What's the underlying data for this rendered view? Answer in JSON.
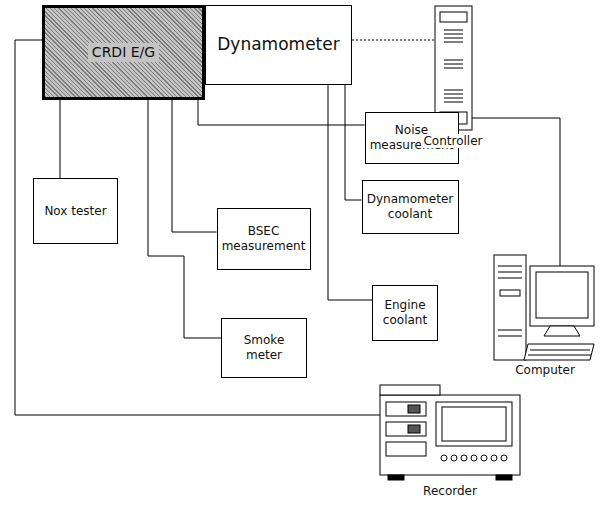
{
  "diagram": {
    "nodes": [
      {
        "text": [
          "CRDI E/G"
        ]
      },
      {
        "text": [
          "Dynamometer"
        ]
      },
      {
        "text": [
          "Noise measurement"
        ]
      },
      {
        "text": [
          "Dynamometer coolant"
        ]
      },
      {
        "text": [
          "Engine coolant"
        ]
      },
      {
        "text": [
          "Nox tester"
        ]
      },
      {
        "text": [
          "BSEC measurement"
        ]
      },
      {
        "text": [
          "Smoke meter"
        ]
      }
    ],
    "edges": [
      {
        "from": 0,
        "to": 1,
        "arrow": "none"
      },
      {
        "from": 0,
        "to": 2,
        "arrow": "none"
      },
      {
        "from": 1,
        "to": 3,
        "arrow": "none"
      },
      {
        "from": 1,
        "to": 4,
        "arrow": "none"
      },
      {
        "from": 0,
        "to": 5,
        "arrow": "none"
      },
      {
        "from": 0,
        "to": 6,
        "arrow": "none"
      },
      {
        "from": 0,
        "to": 7,
        "arrow": "none"
      }
    ],
    "labels": [
      "Controller",
      "Computer",
      "Recorder"
    ]
  }
}
